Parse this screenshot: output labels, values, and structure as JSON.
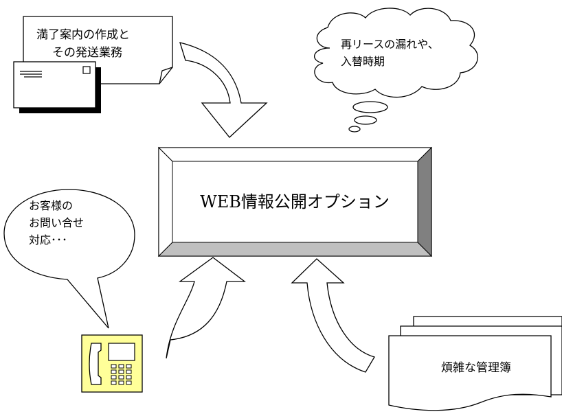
{
  "note": {
    "line1": "満了案内の作成と",
    "line2": "その発送業務"
  },
  "cloud": {
    "line1": "再リースの漏れや、",
    "line2": "入替時期"
  },
  "center_box": {
    "label": "WEB情報公開オプション"
  },
  "speech": {
    "line1": "お客様の",
    "line2": "お問い合せ",
    "line3": "対応･･･"
  },
  "documents": {
    "label": "煩雑な管理簿"
  },
  "colors": {
    "phone_fill": "#ffff99",
    "bevel_dark": "#808080",
    "bevel_light": "#c0c0c0",
    "face": "#ffffff"
  }
}
